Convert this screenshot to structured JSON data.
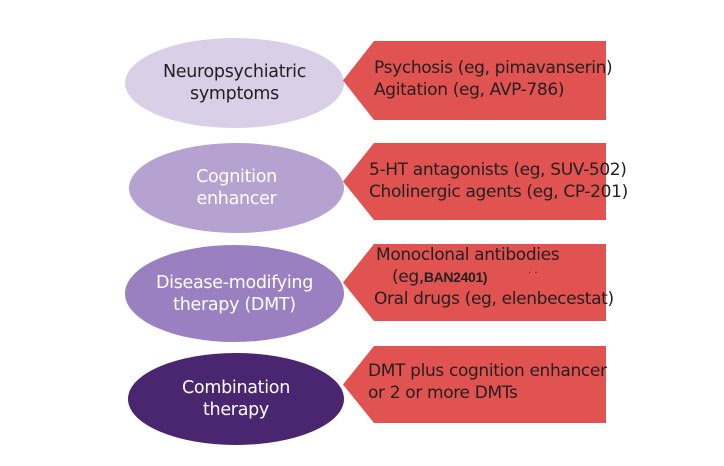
{
  "diagram": {
    "type": "ellipse-to-arrow list",
    "rows": [
      {
        "category": [
          "Neuropsychiatric",
          "symptoms"
        ],
        "category_color": "#d9d0e8",
        "category_text_color": "#231f20",
        "examples": [
          "Psychosis (eg, pimavanserin)",
          "Agitation (eg, AVP-786)"
        ]
      },
      {
        "category": [
          "Cognition",
          "enhancer"
        ],
        "category_color": "#b5a2d1",
        "category_text_color": "#ffffff",
        "examples": [
          "5-HT antagonists (eg, SUV-502)",
          "Cholinergic agents (eg, CP-201)"
        ]
      },
      {
        "category": [
          "Disease-modifying",
          "therapy (DMT)"
        ],
        "category_color": "#9a80c0",
        "category_text_color": "#ffffff",
        "examples": [
          "Monoclonal antibodies",
          "(eg,",
          "BAN2401)",
          "Oral drugs (eg, elenbecestat)"
        ],
        "stray_marks": ". ."
      },
      {
        "category": [
          "Combination",
          "therapy"
        ],
        "category_color": "#4a2670",
        "category_text_color": "#ffffff",
        "examples": [
          "DMT plus cognition enhancer",
          "or 2 or more DMTs"
        ]
      }
    ],
    "arrow_color": "#e05350"
  }
}
